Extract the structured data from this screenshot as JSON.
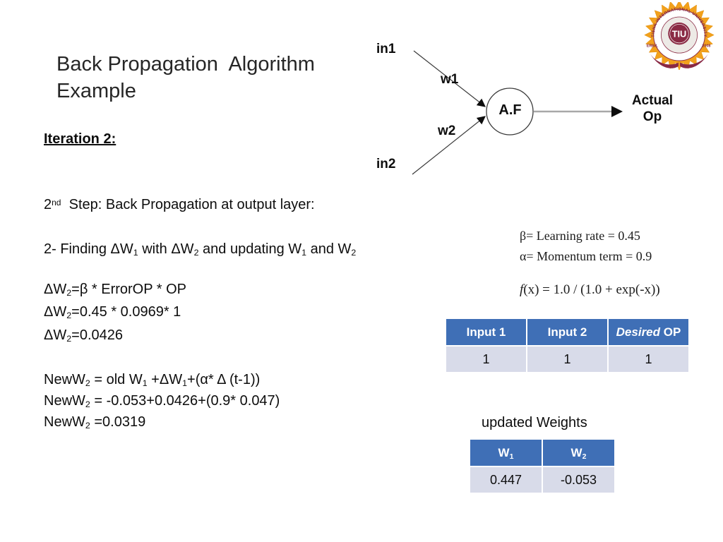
{
  "slide": {
    "title": "Back Propagation  Algorithm\nExample",
    "iteration_heading": "Iteration 2:"
  },
  "body": {
    "step_line": [
      {
        "t": "2"
      },
      {
        "t": "nd",
        "s": "sup"
      },
      {
        "t": "  Step: Back Propagation at output layer:"
      }
    ],
    "finding_line": [
      {
        "t": "2- Finding ΔW"
      },
      {
        "t": "1",
        "s": "sub"
      },
      {
        "t": " with ΔW"
      },
      {
        "t": "2",
        "s": "sub"
      },
      {
        "t": " and updating W"
      },
      {
        "t": "1",
        "s": "sub"
      },
      {
        "t": " and W"
      },
      {
        "t": "2",
        "s": "sub"
      }
    ],
    "delta_lines": [
      [
        {
          "t": "ΔW"
        },
        {
          "t": "2",
          "s": "sub"
        },
        {
          "t": "=β * ErrorOP * OP"
        }
      ],
      [
        {
          "t": "ΔW"
        },
        {
          "t": "2",
          "s": "sub"
        },
        {
          "t": "=0.45 * 0.0969* 1"
        }
      ],
      [
        {
          "t": "ΔW"
        },
        {
          "t": "2",
          "s": "sub"
        },
        {
          "t": "=0.0426"
        }
      ]
    ],
    "new_lines": [
      [
        {
          "t": "NewW"
        },
        {
          "t": "2",
          "s": "sub"
        },
        {
          "t": " = old W"
        },
        {
          "t": "1",
          "s": "sub"
        },
        {
          "t": " +ΔW"
        },
        {
          "t": "1",
          "s": "sub"
        },
        {
          "t": "+(α* Δ (t-1))"
        }
      ],
      [
        {
          "t": "NewW"
        },
        {
          "t": "2",
          "s": "sub"
        },
        {
          "t": " = -0.053+0.0426+(0.9* 0.047)"
        }
      ],
      [
        {
          "t": "NewW"
        },
        {
          "t": "2",
          "s": "sub"
        },
        {
          "t": " =0.0319"
        }
      ]
    ]
  },
  "diagram": {
    "input1_label": "in1",
    "input2_label": "in2",
    "weight1_label": "w1",
    "weight2_label": "w2",
    "node_label": "A.F",
    "output_label": "Actual\nOp"
  },
  "params_image": {
    "beta_line": "β= Learning rate = 0.45",
    "alpha_line": "α= Momentum term = 0.9",
    "fx_line": [
      {
        "t": "f",
        "s": "i"
      },
      {
        "t": "(x) = 1.0 / (1.0 + exp(-x))"
      }
    ]
  },
  "io_table": {
    "headers": [
      [
        {
          "t": "Input 1"
        }
      ],
      [
        {
          "t": "Input 2"
        }
      ],
      [
        {
          "t": "Desired",
          "s": "i"
        },
        {
          "t": " OP"
        }
      ]
    ],
    "row": [
      "1",
      "1",
      "1"
    ]
  },
  "weights": {
    "caption": "updated Weights",
    "headers": [
      [
        {
          "t": "W"
        },
        {
          "t": "1",
          "s": "sub"
        }
      ],
      [
        {
          "t": "W"
        },
        {
          "t": "2",
          "s": "sub"
        }
      ]
    ],
    "row": [
      "0.447",
      "-0.053"
    ]
  },
  "logo": {
    "org_arc_text": "TISHK INTERNATIONAL UNIVERSITY",
    "abbr": "TIU",
    "city": "ERBIL",
    "year": "2008"
  },
  "colors": {
    "table_header": "#3F6FB6",
    "table_row": "#D8DBE9",
    "logo_maroon": "#8A2A44",
    "logo_sun": "#F2A11C",
    "arrow_gray": "#A8A8A8"
  }
}
